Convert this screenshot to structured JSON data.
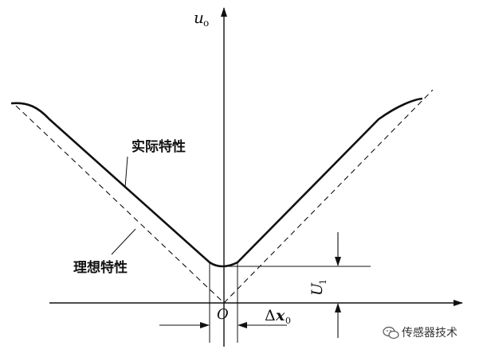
{
  "labels": {
    "y_axis": "u",
    "y_axis_sub": "o",
    "origin": "O",
    "actual": "实际特性",
    "ideal": "理想特性",
    "u1_main": "U",
    "u1_sub": "1",
    "dx_prefix": "Δ",
    "dx_var": "x",
    "dx_sub": "0"
  },
  "watermark": {
    "text": "传感器技术",
    "icon": "wechat-bubble-icon"
  },
  "colors": {
    "line": "#111111",
    "background": "#ffffff"
  }
}
